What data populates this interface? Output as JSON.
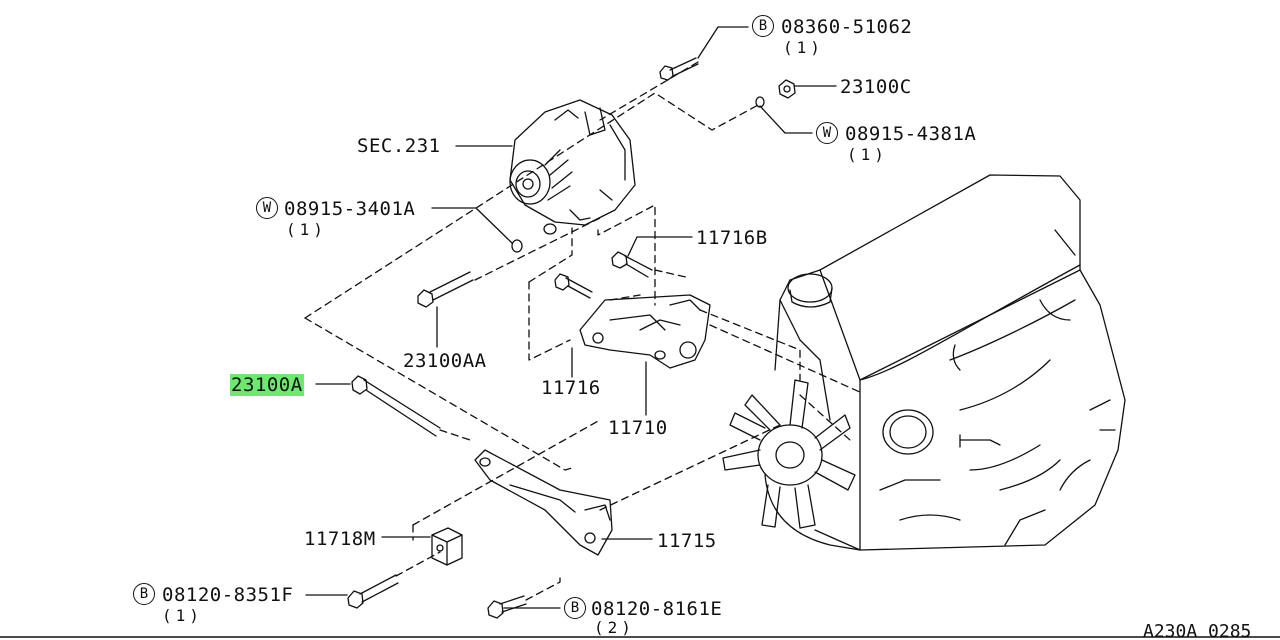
{
  "diagram": {
    "highlight_color": "#6fe86f",
    "line_color": "#111111",
    "reference_code": "A230A 0285",
    "parts": [
      {
        "id": "p1",
        "mark": "B",
        "label": "08360-51062",
        "qty": "(1)"
      },
      {
        "id": "p2",
        "label": "23100C"
      },
      {
        "id": "p3",
        "mark": "W",
        "label": "08915-4381A",
        "qty": "(1)"
      },
      {
        "id": "p4",
        "label": "SEC.231"
      },
      {
        "id": "p5",
        "mark": "W",
        "label": "08915-3401A",
        "qty": "(1)"
      },
      {
        "id": "p6",
        "label": "11716B"
      },
      {
        "id": "p7",
        "label": "23100AA"
      },
      {
        "id": "p8",
        "label": "11716"
      },
      {
        "id": "p9",
        "label": "23100A",
        "highlighted": true
      },
      {
        "id": "p10",
        "label": "11710"
      },
      {
        "id": "p11",
        "label": "11718M"
      },
      {
        "id": "p12",
        "label": "11715"
      },
      {
        "id": "p13",
        "mark": "B",
        "label": "08120-8351F",
        "qty": "(1)"
      },
      {
        "id": "p14",
        "mark": "B",
        "label": "08120-8161E",
        "qty": "(2)"
      }
    ]
  }
}
